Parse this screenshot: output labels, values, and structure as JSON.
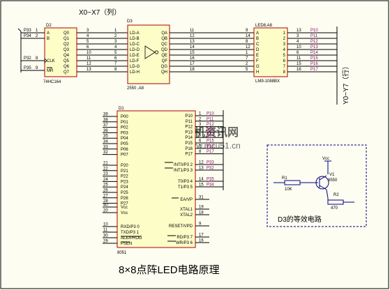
{
  "diagram": {
    "title": "8×8点阵LED电路原理",
    "col_label": "X0~X7（列）",
    "row_label": "Y0~Y7（行）",
    "watermark": {
      "name": "单片机资讯网",
      "url": "www.mcu51.cn"
    },
    "d2": {
      "ref": "D2",
      "part": "74HC164",
      "in_pins": [
        {
          "net": "P33",
          "num": "1",
          "name": "A"
        },
        {
          "net": "P34",
          "num": "2",
          "name": "B"
        },
        {
          "net": "P32",
          "num": "8",
          "name": "CLK"
        },
        {
          "net": "P35",
          "num": "9",
          "name": "MR"
        }
      ],
      "out_pins": [
        {
          "name": "Q0",
          "num": "3"
        },
        {
          "name": "Q1",
          "num": "4"
        },
        {
          "name": "Q2",
          "num": "5"
        },
        {
          "name": "Q3",
          "num": "6"
        },
        {
          "name": "Q4",
          "num": "10"
        },
        {
          "name": "Q5",
          "num": "11"
        },
        {
          "name": "Q6",
          "num": "12"
        },
        {
          "name": "Q7",
          "num": "13"
        }
      ]
    },
    "d3": {
      "ref": "D3",
      "part": "2550 ,A8",
      "in_pins": [
        {
          "name": "LD-A",
          "num": "1"
        },
        {
          "name": "LD-B",
          "num": "2"
        },
        {
          "name": "LD-C",
          "num": "3"
        },
        {
          "name": "LD-D",
          "num": "4"
        },
        {
          "name": "LD-E",
          "num": "5"
        },
        {
          "name": "LD-F",
          "num": "6"
        },
        {
          "name": "LD-G",
          "num": "7"
        },
        {
          "name": "LD-H",
          "num": "8"
        }
      ],
      "out_pins": [
        {
          "name": "QA",
          "num": "11"
        },
        {
          "name": "QB",
          "num": "12"
        },
        {
          "name": "QC",
          "num": "13"
        },
        {
          "name": "QD",
          "num": "14"
        },
        {
          "name": "QE",
          "num": "15"
        },
        {
          "name": "QF",
          "num": "16"
        },
        {
          "name": "QG",
          "num": "17"
        },
        {
          "name": "QH",
          "num": "18"
        }
      ]
    },
    "led": {
      "ref": "LED8,A8",
      "part": "LM9-1088BX",
      "in_pins": [
        {
          "name": "A",
          "num": "9"
        },
        {
          "name": "B",
          "num": "14"
        },
        {
          "name": "C",
          "num": "8"
        },
        {
          "name": "D",
          "num": "12"
        },
        {
          "name": "E",
          "num": "1"
        },
        {
          "name": "F",
          "num": "7"
        },
        {
          "name": "G",
          "num": "2"
        },
        {
          "name": "H",
          "num": "5"
        }
      ],
      "out_pins": [
        {
          "name": "1",
          "num": "13",
          "net": "P10"
        },
        {
          "name": "2",
          "num": "3",
          "net": "P11"
        },
        {
          "name": "3",
          "num": "4",
          "net": "P12"
        },
        {
          "name": "4",
          "num": "10",
          "net": "P13"
        },
        {
          "name": "5",
          "num": "6",
          "net": "P14"
        },
        {
          "name": "6",
          "num": "11",
          "net": "P15"
        },
        {
          "name": "7",
          "num": "15",
          "net": "P16"
        },
        {
          "name": "8",
          "num": "16",
          "net": "P17"
        }
      ]
    },
    "d1": {
      "ref": "D1",
      "part": "8051",
      "left_pins": [
        {
          "num": "39",
          "name": "P00"
        },
        {
          "num": "38",
          "name": "P01"
        },
        {
          "num": "37",
          "name": "P02"
        },
        {
          "num": "36",
          "name": "P03"
        },
        {
          "num": "35",
          "name": "P04"
        },
        {
          "num": "34",
          "name": "P05"
        },
        {
          "num": "33",
          "name": "P06"
        },
        {
          "num": "32",
          "name": "P07"
        },
        {
          "num": "21",
          "name": "P20"
        },
        {
          "num": "22",
          "name": "P21"
        },
        {
          "num": "23",
          "name": "P22"
        },
        {
          "num": "24",
          "name": "P23"
        },
        {
          "num": "25",
          "name": "P24"
        },
        {
          "num": "26",
          "name": "P25"
        },
        {
          "num": "27",
          "name": "P26"
        },
        {
          "num": "28",
          "name": "P27"
        },
        {
          "num": "40",
          "name": "Vcc"
        },
        {
          "num": "20",
          "name": "Vss"
        },
        {
          "num": "10",
          "name": "RXD/P3 0"
        },
        {
          "num": "11",
          "name": "TXD/P3 1"
        },
        {
          "num": "30",
          "name": "ALE/PROG"
        },
        {
          "num": "29",
          "name": "PSEN"
        }
      ],
      "right_pins": [
        {
          "name": "P10",
          "num": "1",
          "net": "P10"
        },
        {
          "name": "P11",
          "num": "2",
          "net": "P11"
        },
        {
          "name": "P12",
          "num": "3",
          "net": "P12"
        },
        {
          "name": "P13",
          "num": "4",
          "net": "P13"
        },
        {
          "name": "P14",
          "num": "5",
          "net": "P14"
        },
        {
          "name": "P15",
          "num": "6",
          "net": "P15"
        },
        {
          "name": "P16",
          "num": "7",
          "net": "P16"
        },
        {
          "name": "P17",
          "num": "8",
          "net": "P17"
        },
        {
          "name": "INT0/P3 2",
          "num": "12",
          "net": "P33"
        },
        {
          "name": "INT1/P3 3",
          "num": "13",
          "net": "P32"
        },
        {
          "name": "T0/P3 4",
          "num": "14",
          "net": "P35"
        },
        {
          "name": "T1/P3 5",
          "num": "15",
          "net": "P34"
        },
        {
          "name": "EA/VP",
          "num": "31",
          "net": ""
        },
        {
          "name": "XTAL1",
          "num": "19",
          "net": ""
        },
        {
          "name": "XTAL2",
          "num": "18",
          "net": ""
        },
        {
          "name": "RESET/VPD",
          "num": "9",
          "net": ""
        },
        {
          "name": "RD/P3 7",
          "num": "17",
          "net": ""
        },
        {
          "name": "WR/P3 6",
          "num": "16",
          "net": ""
        }
      ]
    },
    "equiv": {
      "caption": "D3的等效电路",
      "vcc": "Vcc",
      "r1": "R1",
      "r1_val": "10K",
      "v1": "V1",
      "v1_part": "8550",
      "r2": "R2",
      "r2_val": "470"
    }
  }
}
